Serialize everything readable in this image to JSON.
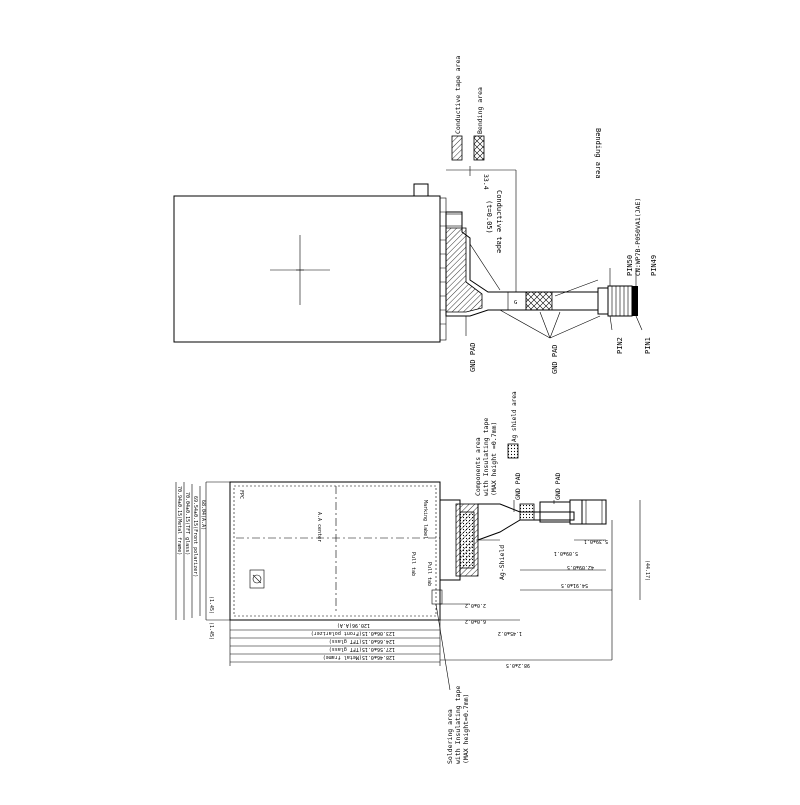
{
  "legend": {
    "conductive_tape_area": "Conductive tape area",
    "bending_area": "Bending area",
    "ag_shield_area": "Ag shield area"
  },
  "top_view": {
    "dim_33": "33.4",
    "conductive_tape": "Conductive tape",
    "conductive_tape_t": "(t=0.05)",
    "bending_area": "Bending area",
    "connector": "CN:WP7B-P050VA1(JAE)",
    "pin50": "PIN50",
    "pin49": "PIN49",
    "pin2": "PIN2",
    "pin1": "PIN1",
    "gnd_pad_1": "GND PAD",
    "gnd_pad_2": "GND PAD"
  },
  "bottom_view": {
    "components_area": "Components area",
    "components_insulating": "with Insulating tape",
    "components_height": "(MAX height =0.7mm)",
    "gnd_pad_1": "GND PAD",
    "gnd_pad_2": "GND PAD",
    "ag_shield": "Ag-Shield",
    "soldering_area": "Soldering area",
    "soldering_insulating": "with Insulating tape",
    "soldering_height": "(MAX height=0.7mm)",
    "aa_center": "A.A center",
    "pull_tab": "Pull tab",
    "pull_tab_2": "Pull tab",
    "fpc_label": "FPC",
    "marking": "Marking label",
    "dims_vertical": [
      "70.94±0.15(Metal frame)",
      "70.04±0.15(TFT glass)",
      "69.54±0.15(Front polarizer)",
      "68.04(A.A)",
      "(1.45)",
      "(1.45)",
      "120.96(A.A)",
      "123.06±0.15(Front polarizer)",
      "124.66±0.15(TFT glass)",
      "127.56±0.15(TFT glass)",
      "128.46±0.15(Metal frame)"
    ],
    "dims_right": [
      "6.0±0.2",
      "2.0±0.2",
      "1.45±0.2",
      "98.2±0.5",
      "5.39±0.1",
      "42.09±0.5",
      "5.09±0.1",
      "54.91±0.5",
      "(44.17)"
    ]
  }
}
